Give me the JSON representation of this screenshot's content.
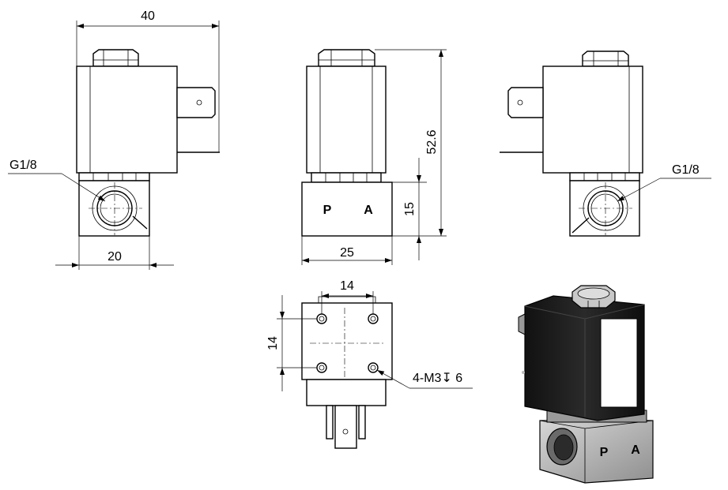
{
  "dimensions": {
    "overall_width": "40",
    "port_spacing_side": "20",
    "body_width": "25",
    "body_height": "15",
    "total_height": "52.6",
    "hole_spacing_x": "14",
    "hole_spacing_y": "14"
  },
  "labels": {
    "thread_left": "G1/8",
    "thread_right": "G1/8",
    "port_p": "P",
    "port_a": "A",
    "mount_holes": "4-M3↧ 6"
  },
  "colors": {
    "line": "#000000",
    "coil": "#1f1f1f",
    "body": "#b9b9b9",
    "background": "#ffffff"
  }
}
